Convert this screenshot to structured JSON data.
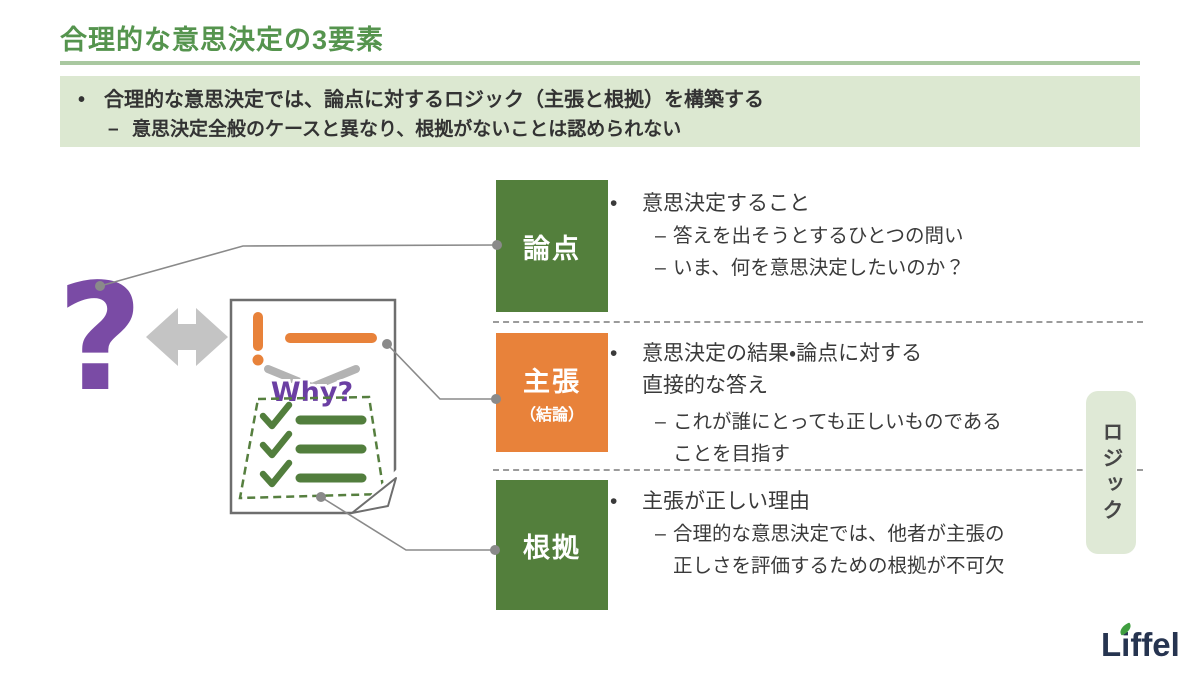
{
  "title": "合理的な意思決定の3要素",
  "header": {
    "main_bullet": "合理的な意思決定では、論点に対するロジック（主張と根拠）を構築する",
    "sub_bullet": "意思決定全般のケースと異なり、根拠がないことは認められない"
  },
  "glyphs": {
    "main_bullet": "•",
    "sub_bullet": "–"
  },
  "sections": [
    {
      "label": "論点",
      "bullets": [
        {
          "type": "main",
          "lines": [
            "意思決定すること"
          ]
        },
        {
          "type": "sub",
          "lines": [
            "答えを出そうとするひとつの問い"
          ]
        },
        {
          "type": "sub",
          "lines": [
            "いま、何を意思決定したいのか？"
          ]
        }
      ]
    },
    {
      "label": "主張",
      "sublabel": "（結論）",
      "bullets": [
        {
          "type": "main",
          "lines": [
            "意思決定の結果・論点に対する",
            "直接的な答え"
          ]
        },
        {
          "type": "sub",
          "lines": [
            "これが誰にとっても正しいものである",
            "ことを目指す"
          ]
        }
      ]
    },
    {
      "label": "根拠",
      "bullets": [
        {
          "type": "main",
          "lines": [
            "主張が正しい理由"
          ]
        },
        {
          "type": "sub",
          "lines": [
            "合理的な意思決定では、他者が主張の",
            "正しさを評価するための根拠が不可欠"
          ]
        }
      ]
    }
  ],
  "logic_label": "ロジック",
  "illustration": {
    "question_mark": "?",
    "why_label": "Why?"
  },
  "logo": {
    "text": "Liffel"
  },
  "colors": {
    "title_green": "#55944e",
    "underline_green": "#a9c8a0",
    "header_bg": "#dce8d1",
    "box_green": "#537f3c",
    "box_orange": "#e8823a",
    "logic_bg": "#dfe9d6",
    "body_text": "#3a3a3a",
    "connector_gray": "#8a8a8a",
    "question_purple": "#7a4ba5",
    "why_purple": "#6b3fa3",
    "arrow_gray": "#c4c4c4",
    "doc_border": "#6e6e6e",
    "logo_navy": "#263450",
    "leaf_green": "#3f9e3f"
  }
}
